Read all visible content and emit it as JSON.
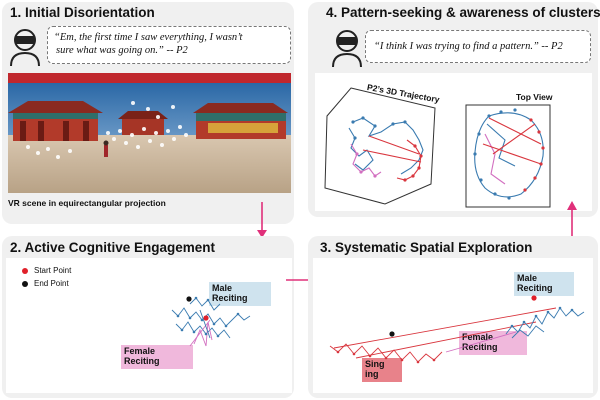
{
  "panel1": {
    "title": "1. Initial Disorientation",
    "quote_line1": "“Em, the first time I saw everything, I wasn’t",
    "quote_line2": "sure  what was going on.” -- P2",
    "caption": "VR scene in equirectangular projection",
    "icon": "vr-headset-user-icon"
  },
  "panel2": {
    "title": "2. Active Cognitive Engagement",
    "legend_start": "Start Point",
    "legend_end": "End Point",
    "label_male_1": "Male",
    "label_male_2": "Reciting",
    "label_female_1": "Female",
    "label_female_2": "Reciting"
  },
  "panel3": {
    "title": "3. Systematic Spatial Exploration",
    "label_male_1": "Male",
    "label_male_2": "Reciting",
    "label_female_1": "Female",
    "label_female_2": "Reciting",
    "label_sing_1": "Sing",
    "label_sing_2": "ing"
  },
  "panel4": {
    "title": "4. Pattern-seeking & awareness of clusters",
    "quote": "“I think I was trying to find a pattern.” -- P2",
    "label_3d": "P2’s 3D Trajectory",
    "label_top": "Top View",
    "icon": "vr-headset-user-icon"
  },
  "colors": {
    "male_box": "#cfe3ee",
    "female_box": "#f0b8dc",
    "sing_box": "#e8828a",
    "trajectory_blue": "#3a7bb0",
    "trajectory_pink": "#d26fc0",
    "trajectory_red": "#d9363e",
    "arrow": "#e0307a",
    "start_point": "#e0202a",
    "end_point": "#111111"
  }
}
